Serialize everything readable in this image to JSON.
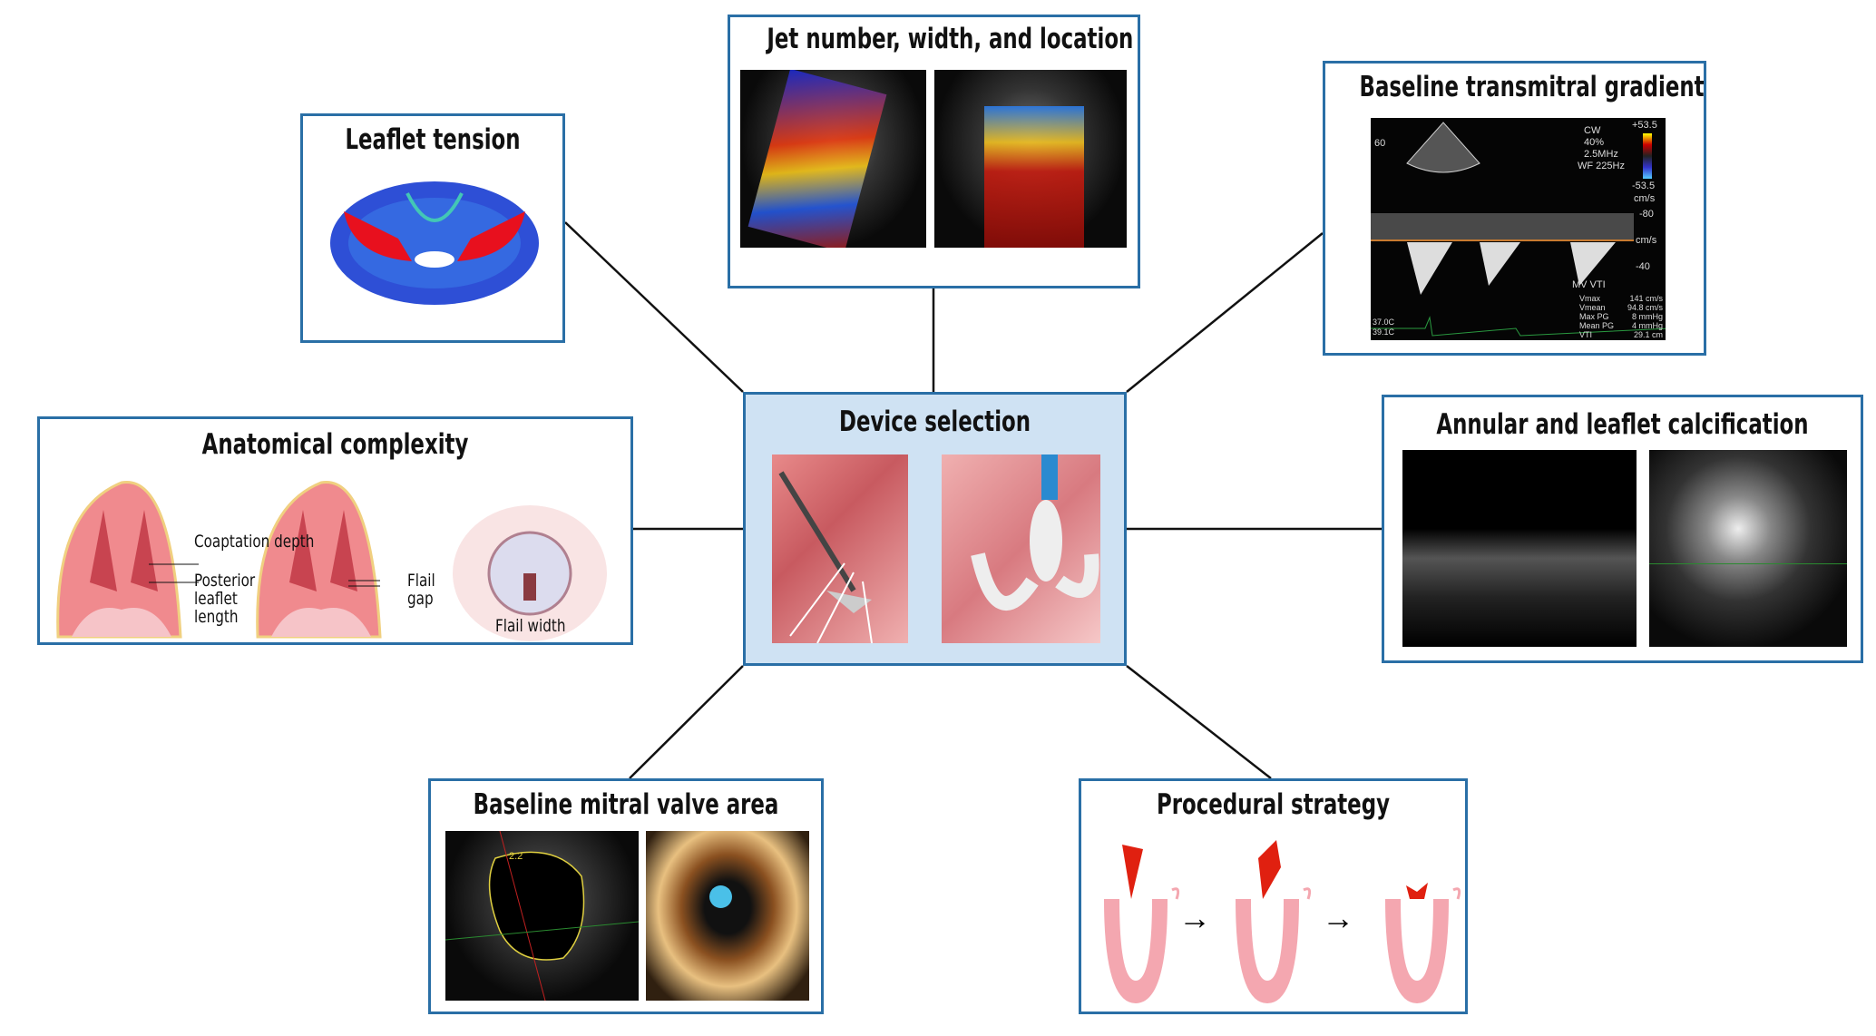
{
  "center": {
    "title": "Device selection"
  },
  "panels": {
    "leaflet_tension": {
      "title": "Leaflet tension"
    },
    "jet": {
      "title": "Jet number, width, and location"
    },
    "transmitral": {
      "title": "Baseline transmitral gradient",
      "doppler": {
        "mode": "CW",
        "gain": "40%",
        "freq": "2.5MHz",
        "wf": "WF 225Hz",
        "scale_top": "+53.5",
        "scale_bottom": "-53.5",
        "unit": "cm/s",
        "tick_80": "-80",
        "tick_40": "-40",
        "tick_cm": "cm/s",
        "angle": "60",
        "measure_title": "MV VTI",
        "measures": [
          {
            "k": "Vmax",
            "v": "141 cm/s"
          },
          {
            "k": "Vmean",
            "v": "94.8 cm/s"
          },
          {
            "k": "Max PG",
            "v": "8 mmHg"
          },
          {
            "k": "Mean PG",
            "v": "4 mmHg"
          },
          {
            "k": "VTI",
            "v": "29.1 cm"
          }
        ],
        "temp1": "37.0C",
        "temp2": "39.1C"
      }
    },
    "anatomical": {
      "title": "Anatomical complexity",
      "labels": {
        "coaptation": "Coaptation depth",
        "posterior": "Posterior leaflet length",
        "flail_gap": "Flail gap",
        "flail_width": "Flail width"
      }
    },
    "calcification": {
      "title": "Annular and leaflet calcification"
    },
    "mva": {
      "title": "Baseline mitral valve area",
      "trace_label": "2.2"
    },
    "procedural": {
      "title": "Procedural strategy",
      "arrow": "→"
    }
  },
  "colors": {
    "border": "#2a6fa6",
    "center_bg": "#cfe2f3",
    "heart": "#f4a7b0",
    "leaflet": "#e02010"
  }
}
